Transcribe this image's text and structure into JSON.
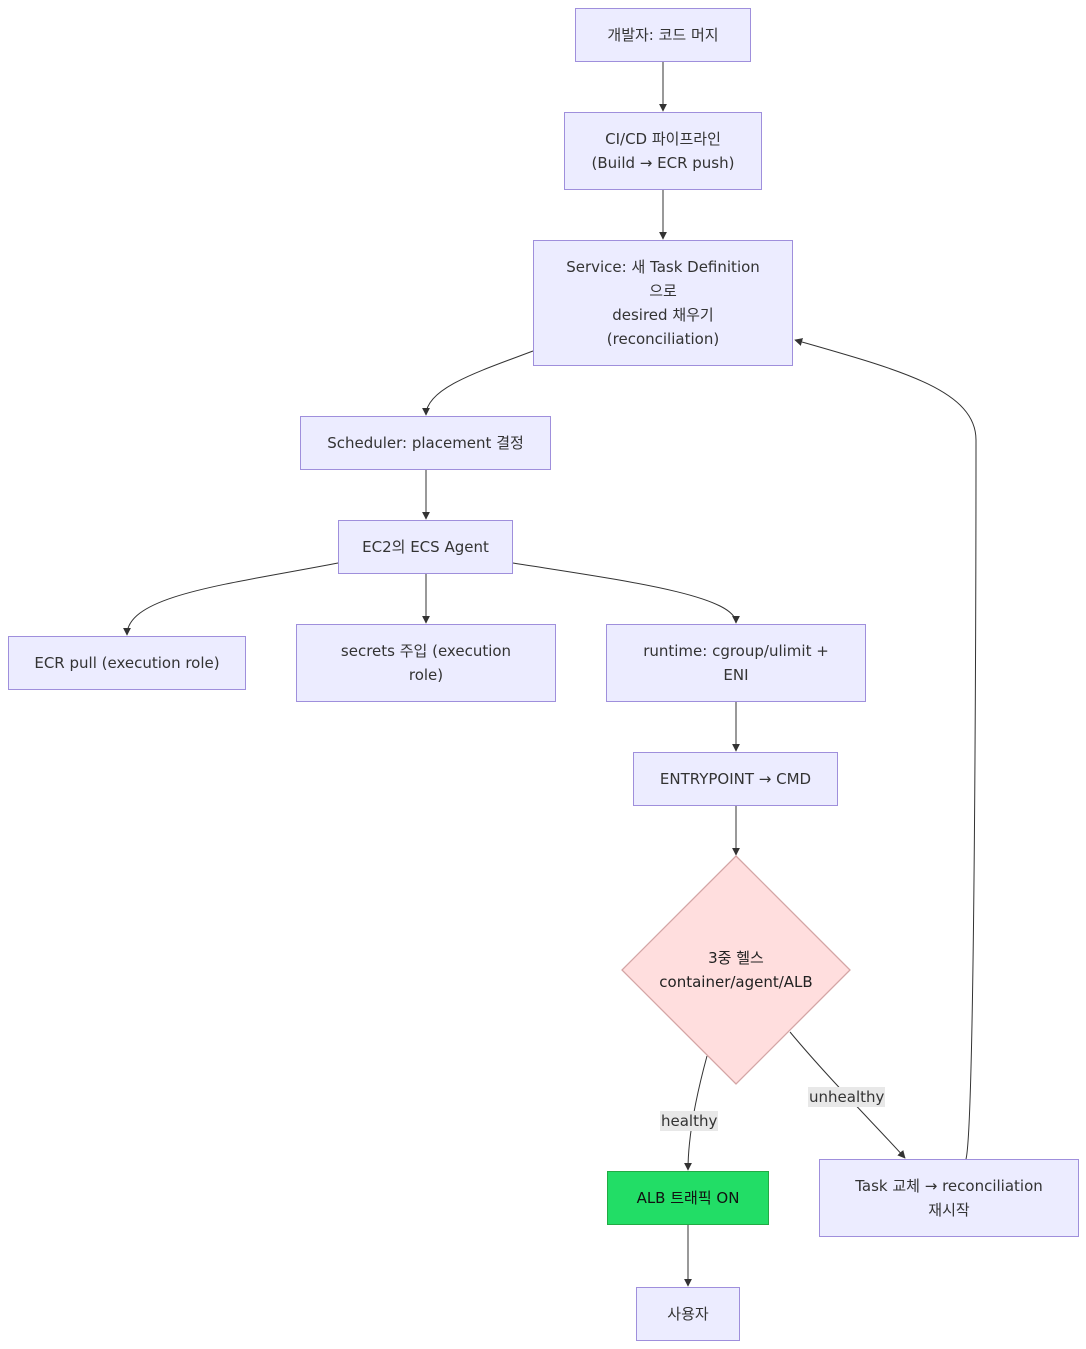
{
  "colors": {
    "node_fill": "#ececff",
    "node_stroke": "#9f8fdc",
    "decision_fill": "#ffdede",
    "decision_stroke": "#d4a5a5",
    "success_fill": "#22dd66",
    "success_stroke": "#22aa44",
    "edge": "#333333",
    "edge_label_bg": "#e8e8e8"
  },
  "nodes": {
    "merge": "개발자: 코드 머지",
    "cicd": "CI/CD 파이프라인\n(Build → ECR push)",
    "service": "Service: 새 Task Definition\n으로\ndesired 채우기\n(reconciliation)",
    "scheduler": "Scheduler: placement 결정",
    "agent": "EC2의 ECS Agent",
    "ecr_pull": "ECR pull (execution role)",
    "secrets": "secrets 주입 (execution\nrole)",
    "runtime": "runtime: cgroup/ulimit +\nENI",
    "entrypoint": "ENTRYPOINT → CMD",
    "health": "3중 헬스\ncontainer/agent/ALB",
    "alb_on": "ALB 트래픽 ON",
    "user": "사용자",
    "replace": "Task 교체 → reconciliation\n재시작"
  },
  "edge_labels": {
    "healthy": "healthy",
    "unhealthy": "unhealthy"
  }
}
